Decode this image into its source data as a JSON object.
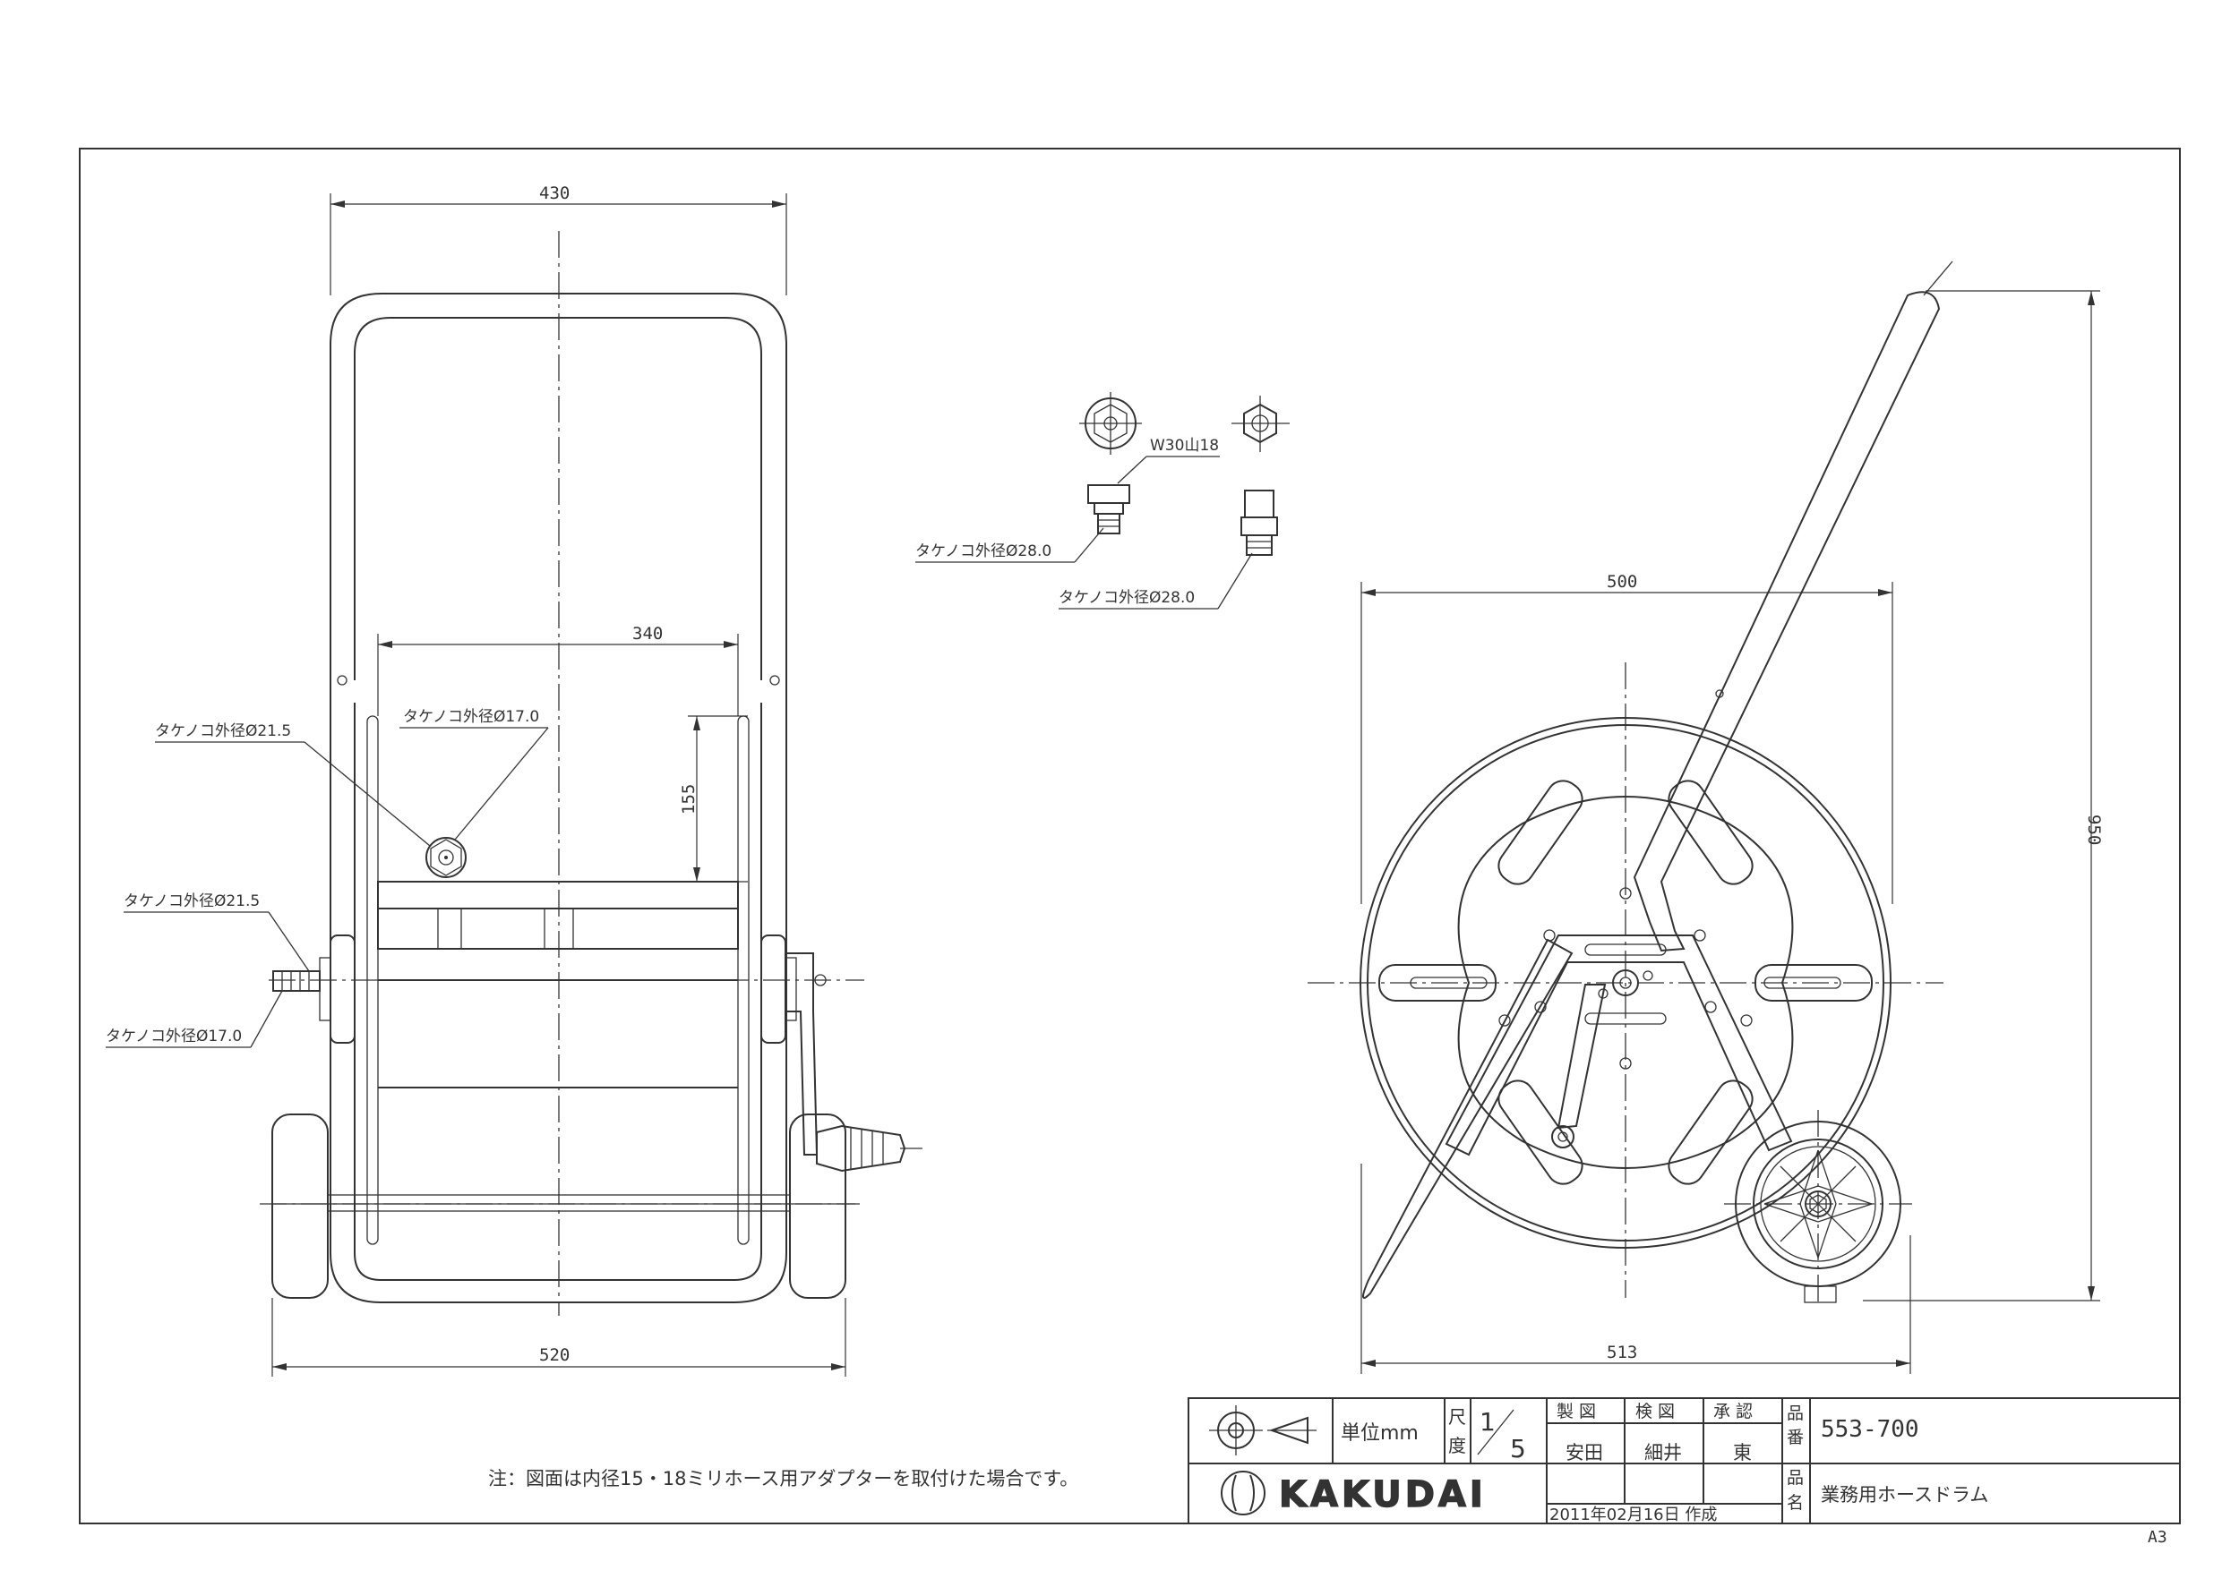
{
  "sheet": {
    "size": "A3"
  },
  "front_view": {
    "dims": {
      "top_width": "430",
      "frame_inner": "340",
      "bar_height": "155",
      "base_width": "520"
    },
    "labels": {
      "nozzle_top": "タケノコ外径Ø17.0",
      "leader_diag": "タケノコ外径Ø21.5",
      "side_upper": "タケノコ外径Ø21.5",
      "side_lower": "タケノコ外径Ø17.0"
    }
  },
  "adapter_detail": {
    "thread": "W30山18",
    "left": "タケノコ外径Ø28.0",
    "right": "タケノコ外径Ø28.0"
  },
  "side_view": {
    "dims": {
      "drum_width": "500",
      "height": "950",
      "base": "513"
    }
  },
  "note": "注：図面は内径15・18ミリホース用アダプターを取付けた場合です。",
  "title_block": {
    "unit_label": "単位mm",
    "scale_label_top": "尺",
    "scale_label_bottom": "度",
    "scale_num": "1",
    "scale_den": "5",
    "drawn_h": "製 図",
    "checked_h": "検 図",
    "approved_h": "承 認",
    "drawn": "安田",
    "checked": "細井",
    "approved": "東",
    "date": "2011年02月16日 作成",
    "part_no_label_top": "品",
    "part_no_label_bottom": "番",
    "part_no": "553-700",
    "name_label_top": "品",
    "name_label_bottom": "名",
    "name": "業務用ホースドラム",
    "company": "KAKUDAI"
  }
}
